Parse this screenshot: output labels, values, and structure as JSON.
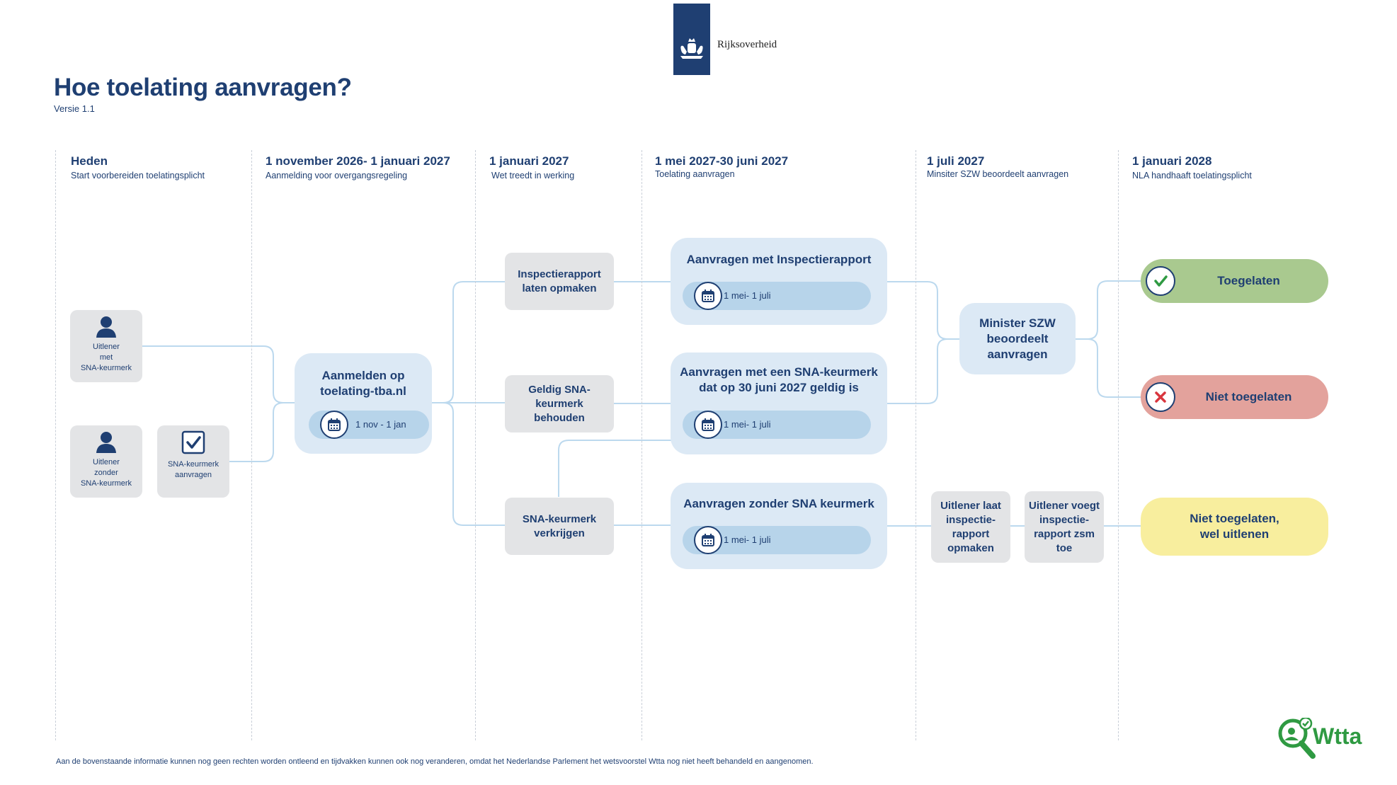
{
  "logo": {
    "text": "Rijksoverheid"
  },
  "header": {
    "title": "Hoe toelating aanvragen?",
    "version": "Versie 1.1"
  },
  "columns": [
    {
      "date": "Heden",
      "sub": "Start voorbereiden toelatingsplicht"
    },
    {
      "date": "1 november 2026- 1 januari 2027",
      "sub": "Aanmelding voor overgangsregeling"
    },
    {
      "date": "1 januari 2027",
      "sub": "Wet treedt in werking"
    },
    {
      "date": "1 mei 2027-30 juni 2027",
      "sub": "Toelating aanvragen"
    },
    {
      "date": "1 juli 2027",
      "sub": "Minsiter SZW beoordeelt aanvragen"
    },
    {
      "date": "1 januari 2028",
      "sub": "NLA handhaaft toelatingsplicht"
    }
  ],
  "nodes": {
    "uitlener_met": {
      "lines": [
        "Uitlener",
        "met",
        "SNA-keurmerk"
      ]
    },
    "uitlener_zonder": {
      "lines": [
        "Uitlener",
        "zonder",
        "SNA-keurmerk"
      ]
    },
    "sna_aanvragen": {
      "lines": [
        "SNA-keurmerk",
        "aanvragen"
      ]
    },
    "aanmelden": {
      "title": "Aanmelden op toelating-tba.nl",
      "period": "1 nov - 1 jan"
    },
    "inspectierapport": {
      "label": "Inspectierapport laten opmaken"
    },
    "geldig": {
      "label": "Geldig SNA-keurmerk behouden"
    },
    "verkrijgen": {
      "label": "SNA-keurmerk verkrijgen"
    },
    "aanvr_inspectie": {
      "title": "Aanvragen met Inspectierapport",
      "period": "1 mei- 1 juli"
    },
    "aanvr_sna": {
      "title": "Aanvragen met een SNA-keurmerk dat op 30 juni 2027 geldig is",
      "period": "1 mei- 1 juli"
    },
    "aanvr_zonder": {
      "title": "Aanvragen zonder SNA keurmerk",
      "period": "1 mei- 1 juli"
    },
    "minister": {
      "label": "Minister SZW beoordeelt aanvragen"
    },
    "laat_opmaken": {
      "label": "Uitlener laat inspectie-rapport opmaken"
    },
    "voegt_toe": {
      "label": "Uitlener voegt inspectie-rapport zsm toe"
    },
    "toegelaten": {
      "label": "Toegelaten"
    },
    "niet_toegelaten": {
      "label": "Niet toegelaten"
    },
    "wel_uitlenen": {
      "label": "Niet toegelaten, wel uitlenen"
    }
  },
  "colors": {
    "navy": "#1f3f72",
    "gray_box": "#e3e4e6",
    "blue_box": "#dce9f5",
    "pill": "#b7d4ea",
    "connector": "#bcd9ee",
    "toegelaten": "#a9c98f",
    "niet_toegelaten": "#e3a29c",
    "wel_uitlenen": "#f8ee9e",
    "wtta_green": "#2f9a42",
    "cross_red": "#d9363e"
  },
  "footer": {
    "disclaimer": "Aan de bovenstaande informatie kunnen nog geen rechten worden ontleend en tijdvakken kunnen ook nog veranderen, omdat het Nederlandse Parlement het wetsvoorstel Wtta nog niet heeft behandeld en aangenomen."
  },
  "brand": {
    "wtta": "Wtta"
  }
}
